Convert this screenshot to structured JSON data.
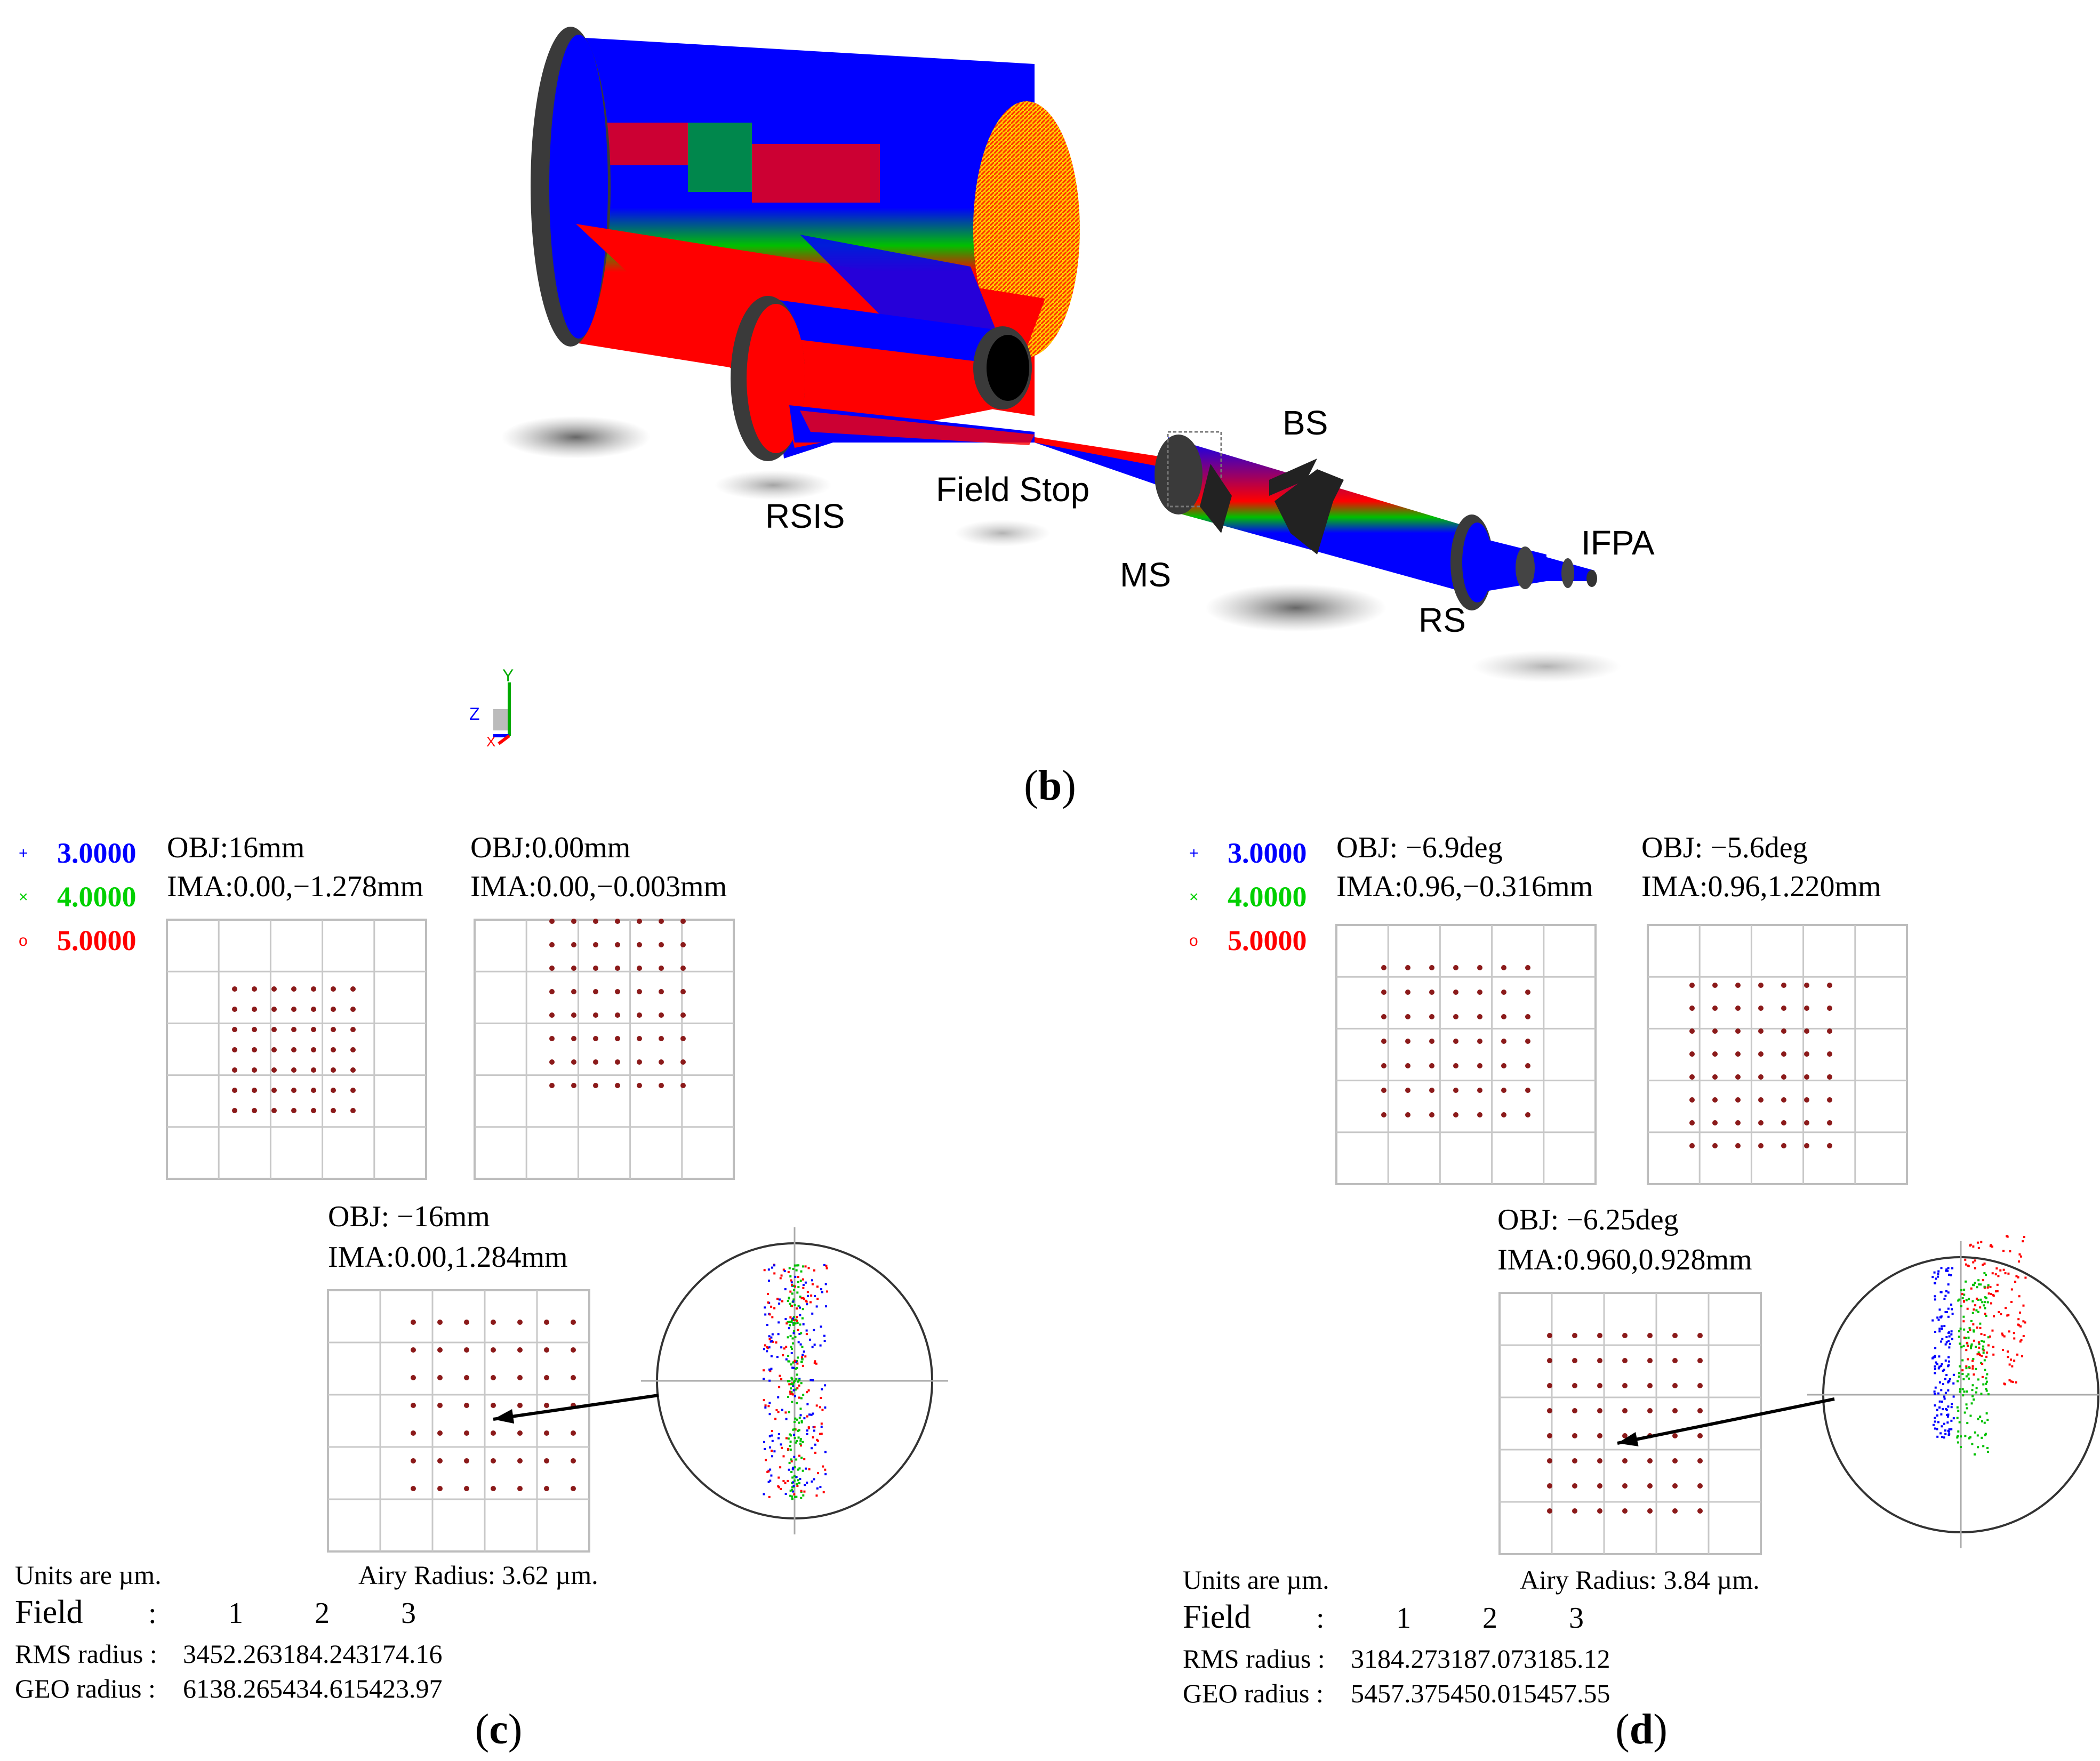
{
  "figure_b": {
    "caption_open": "(",
    "caption_letter": "b",
    "caption_close": ")",
    "labels": {
      "rsis": "RSIS",
      "field_stop": "Field Stop",
      "ms": "MS",
      "bs": "BS",
      "rs": "RS",
      "ifpa": "IFPA"
    },
    "axes": {
      "y": "Y",
      "z": "Z",
      "x": "X"
    },
    "colors": {
      "blue": "#0000ff",
      "red": "#ff0000",
      "green": "#00c800",
      "yellow": "#ffff00"
    }
  },
  "figure_c": {
    "caption_open": "(",
    "caption_letter": "c",
    "caption_close": ")",
    "legend": [
      {
        "symbol": "+",
        "value": "3.0000",
        "color": "#0000ff"
      },
      {
        "symbol": "×",
        "value": "4.0000",
        "color": "#00d000"
      },
      {
        "symbol": "o",
        "value": "5.0000",
        "color": "#ff0000"
      }
    ],
    "panels": [
      {
        "obj": "OBJ:16mm",
        "ima": "IMA:0.00,−1.278mm"
      },
      {
        "obj": "OBJ:0.00mm",
        "ima": "IMA:0.00,−0.003mm"
      },
      {
        "obj": "OBJ: −16mm",
        "ima": "IMA:0.00,1.284mm"
      }
    ],
    "units": "Units are µm.",
    "airy": "Airy Radius: 3.62 µm.",
    "table": {
      "field_label": "Field",
      "colon": ":",
      "fields": [
        "1",
        "2",
        "3"
      ],
      "rms_label": "RMS radius :",
      "rms": [
        "3452.26",
        "3184.24",
        "3174.16"
      ],
      "geo_label": "GEO radius :",
      "geo": [
        "6138.26",
        "5434.61",
        "5423.97"
      ]
    }
  },
  "figure_d": {
    "caption_open": "(",
    "caption_letter": "d",
    "caption_close": ")",
    "legend": [
      {
        "symbol": "+",
        "value": "3.0000",
        "color": "#0000ff"
      },
      {
        "symbol": "×",
        "value": "4.0000",
        "color": "#00d000"
      },
      {
        "symbol": "o",
        "value": "5.0000",
        "color": "#ff0000"
      }
    ],
    "panels": [
      {
        "obj": "OBJ: −6.9deg",
        "ima": "IMA:0.96,−0.316mm"
      },
      {
        "obj": "OBJ: −5.6deg",
        "ima": "IMA:0.96,1.220mm"
      },
      {
        "obj": "OBJ: −6.25deg",
        "ima": "IMA:0.960,0.928mm"
      }
    ],
    "units": "Units are µm.",
    "airy": "Airy Radius: 3.84 µm.",
    "table": {
      "field_label": "Field",
      "colon": ":",
      "fields": [
        "1",
        "2",
        "3"
      ],
      "rms_label": "RMS radius :",
      "rms": [
        "3184.27",
        "3187.07",
        "3185.12"
      ],
      "geo_label": "GEO radius :",
      "geo": [
        "5457.37",
        "5450.01",
        "5457.55"
      ]
    }
  }
}
